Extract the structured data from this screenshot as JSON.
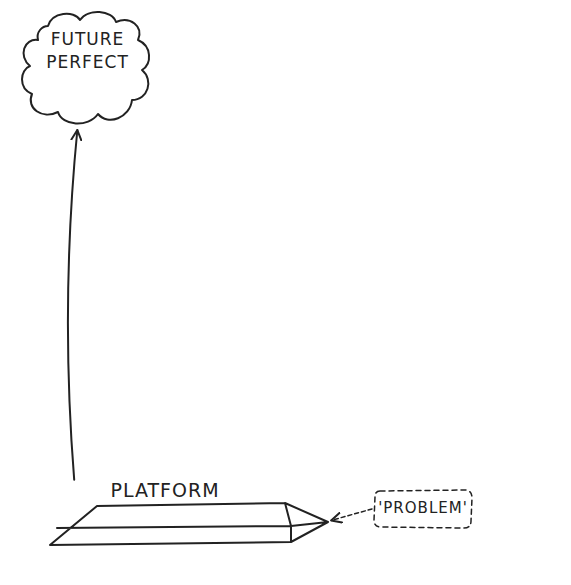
{
  "diagram": {
    "nodes": [
      {
        "text": [
          "FUTURE PERFECT"
        ]
      },
      {
        "text": [
          "PLATFORM"
        ]
      },
      {
        "text": [
          "'PROBLEM'"
        ]
      }
    ],
    "edges": [
      {
        "from": 1,
        "to": 0,
        "arrow": "to"
      },
      {
        "from": 2,
        "to": 1,
        "arrow": "to"
      }
    ]
  }
}
